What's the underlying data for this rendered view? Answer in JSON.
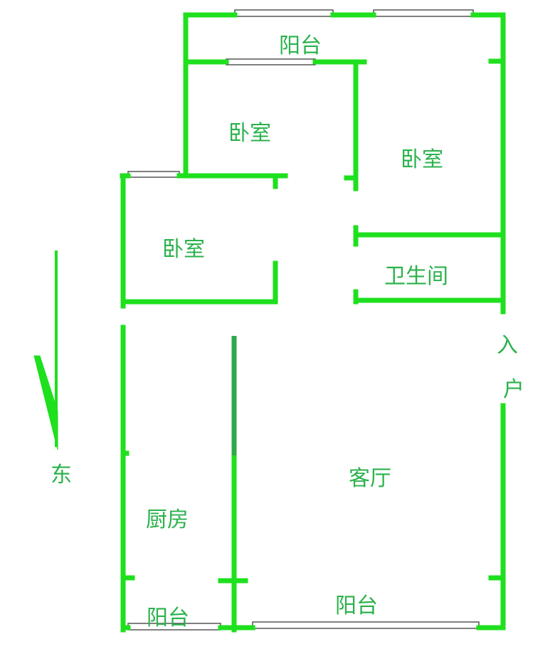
{
  "floorplan": {
    "colors": {
      "wall": "#1ee01e",
      "label": "#2bb24c",
      "window_frame": "#555555",
      "window_fill": "#ffffff"
    },
    "rooms": {
      "balcony_north": "阳台",
      "bedroom_a": "卧室",
      "bedroom_b": "卧室",
      "bedroom_c": "卧室",
      "bathroom": "卫生间",
      "living_room": "客厅",
      "kitchen": "厨房",
      "balcony_south": "阳台",
      "balcony_kitchen": "阳台"
    },
    "entrance": {
      "char1": "入",
      "char2": "户"
    },
    "compass": {
      "label": "东",
      "icon": "arrow-down-icon"
    }
  }
}
